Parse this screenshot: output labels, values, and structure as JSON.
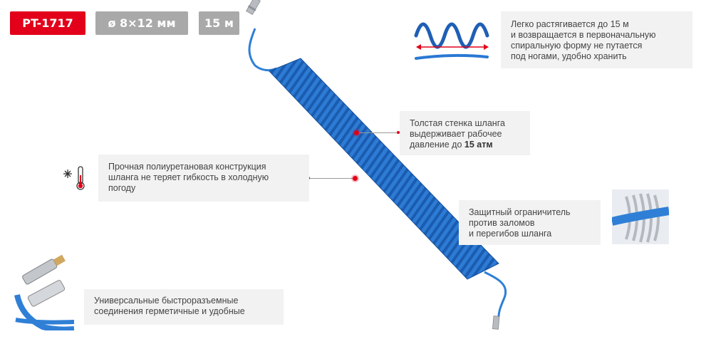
{
  "badges": {
    "model": "PT-1717",
    "size": "ø 8×12 мм",
    "length": "15 м"
  },
  "notes": {
    "stretch": {
      "lines": [
        "Легко растягивается до 15 м",
        "и возвращается в первоначальную",
        "спиральную форму не путается",
        "под ногами, удобно хранить"
      ]
    },
    "wall": {
      "lines": [
        "Толстая стенка шланга",
        "выдерживает рабочее"
      ],
      "last_prefix": "давление до ",
      "last_bold": "15 атм"
    },
    "cold": {
      "lines": [
        "Прочная полиуретановая конструкция",
        "шланга не теряет гибкость в холодную",
        "погоду"
      ]
    },
    "guard": {
      "lines": [
        "Защитный ограничитель",
        "против заломов",
        "и перегибов шланга"
      ]
    },
    "connectors": {
      "lines": [
        "Универсальные быстроразъемные",
        "соединения герметичные и удобные"
      ]
    }
  },
  "icons": {
    "stretch": "spring-stretch-icon",
    "cold": "snowflake-thermometer-icon"
  },
  "colors": {
    "accent_red": "#e2001a",
    "badge_gray": "#a9a9a9",
    "hose_blue": "#2f7fd6",
    "note_bg": "#f2f2f2"
  }
}
